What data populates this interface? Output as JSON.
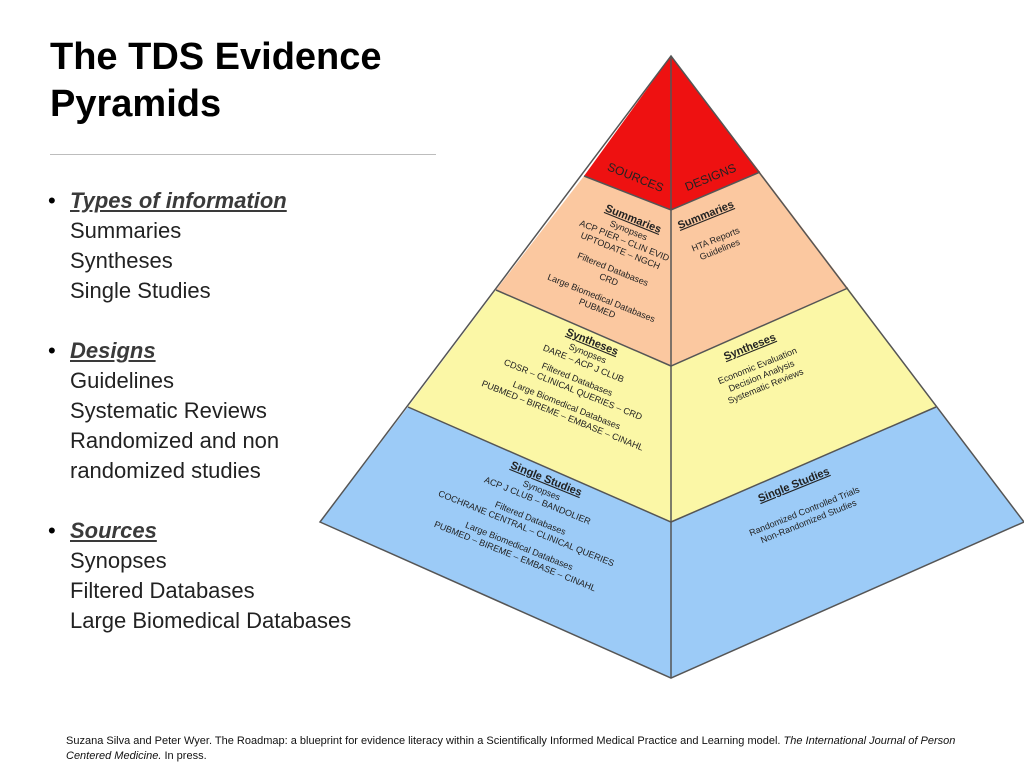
{
  "slide": {
    "title_lines": [
      "The TDS Evidence",
      "Pyramids"
    ],
    "bullets": [
      {
        "heading": "Types of information",
        "items": [
          "Summaries",
          "Syntheses",
          "Single Studies"
        ]
      },
      {
        "heading": "Designs",
        "items": [
          "Guidelines",
          "Systematic Reviews",
          "Randomized and non",
          "randomized studies"
        ]
      },
      {
        "heading": "Sources",
        "items": [
          "Synopses",
          "Filtered Databases",
          "Large Biomedical Databases"
        ]
      }
    ],
    "citation": {
      "text": "Suzana Silva and Peter Wyer. The Roadmap: a blueprint for evidence literacy within a Scientifically Informed Medical Practice and Learning model. ",
      "journal": "The International Journal of Person Centered Medicine.",
      "suffix": " In press."
    }
  },
  "pyramid": {
    "tier_colors": {
      "top": "#ee1111",
      "summaries": "#fbc8a0",
      "syntheses": "#fbf7a6",
      "single_studies": "#9ccbf7"
    },
    "top": {
      "sources_label": "SOURCES",
      "designs_label": "DESIGNS"
    },
    "summaries": {
      "left_heading": "Summaries",
      "left_lines": [
        "Synopses",
        "ACP PIER – CLIN EVID",
        "UPTODATE – NGCH",
        "Filtered Databases",
        "CRD",
        "Large Biomedical Databases",
        "PUBMED"
      ],
      "right_heading": "Summaries",
      "right_lines": [
        "HTA Reports",
        "Guidelines"
      ]
    },
    "syntheses": {
      "left_heading": "Syntheses",
      "left_lines": [
        "Synopses",
        "DARE – ACP J CLUB",
        "Filtered Databases",
        "CDSR – CLINICAL QUERIES – CRD",
        "Large Biomedical Databases",
        "PUBMED – BIREME – EMBASE – CINAHL"
      ],
      "right_heading": "Syntheses",
      "right_lines": [
        "Economic Evaluation",
        "Decision Analysis",
        "Systematic Reviews"
      ]
    },
    "single_studies": {
      "left_heading": "Single Studies",
      "left_lines": [
        "Synopses",
        "ACP J CLUB – BANDOLIER",
        "Filtered Databases",
        "COCHRANE CENTRAL – CLINICAL QUERIES",
        "Large Biomedical Databases",
        "PUBMED – BIREME – EMBASE – CINAHL"
      ],
      "right_heading": "Single Studies",
      "right_lines": [
        "Randomized Controlled Trials",
        "Non-Randomized Studies"
      ]
    }
  }
}
